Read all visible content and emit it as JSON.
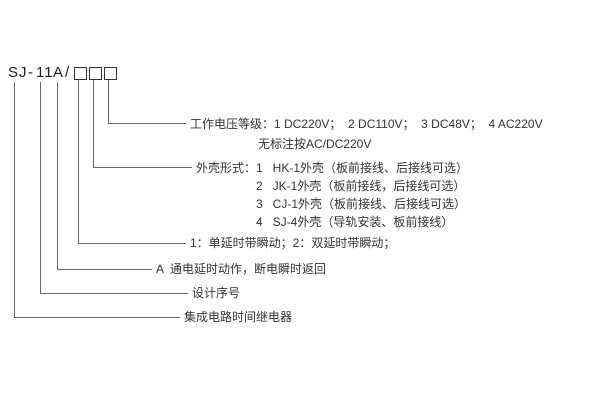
{
  "model_code": {
    "series": "SJ",
    "dash": "-",
    "design_no": "11",
    "action_code": "A",
    "slash": "/"
  },
  "labels": {
    "voltage": {
      "line1": "工作电压等级：1 DC220V；  2 DC110V；  3 DC48V；  4 AC220V",
      "line2": "无标注按AC/DC220V"
    },
    "enclosure": {
      "line1": "外壳形式：1   HK-1外壳（板前接线、后接线可选）",
      "line2": "2   JK-1外壳（板前接线，后接线可选）",
      "line3": "3   CJ-1外壳（板前接线、后接线可选）",
      "line4": "4   SJ-4外壳（导轨安装、板前接线）"
    },
    "delay_mode": "1：单延时带瞬动；2：双延时带瞬动；",
    "action_mode": "A  通电延时动作，断电瞬时返回",
    "design_number": "设计序号",
    "product_name": "集成电路时间继电器"
  }
}
